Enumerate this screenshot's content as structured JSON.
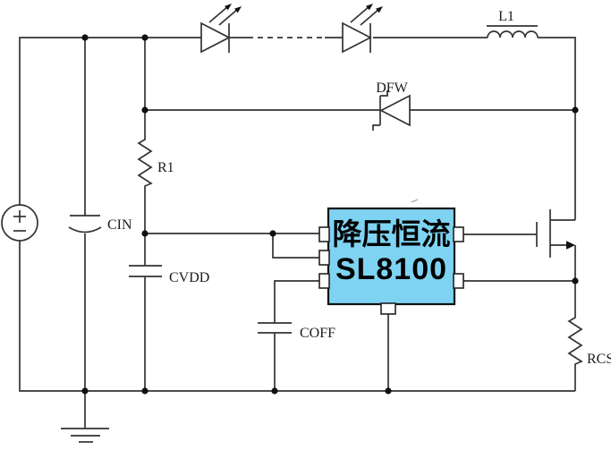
{
  "diagram": {
    "type": "circuit-schematic",
    "description": "Buck constant-current LED driver application circuit",
    "chip": {
      "line1": "降压恒流",
      "line2": "SL8100",
      "fill": "#7ed3f2",
      "pin_count_left": 3,
      "pin_count_right": 2,
      "pin_count_bottom": 1
    },
    "labels": {
      "inductor": "L1",
      "freewheel_diode": "DFW",
      "resistor": "R1",
      "input_cap": "CIN",
      "vdd_cap": "CVDD",
      "off_time_cap": "COFF",
      "sense_resistor": "RCS"
    },
    "colors": {
      "background": "#ffffff",
      "line": "#333333",
      "chip_fill": "#7ed3f2",
      "chip_border": "#111111",
      "chip_text": "#000000"
    },
    "components": [
      {
        "name": "dc-source",
        "type": "dc-voltage-source"
      },
      {
        "name": "cin",
        "type": "polarized-capacitor",
        "label": "CIN"
      },
      {
        "name": "r1",
        "type": "resistor",
        "label": "R1"
      },
      {
        "name": "cvdd",
        "type": "capacitor",
        "label": "CVDD"
      },
      {
        "name": "led-string",
        "type": "led-string-with-dashed-continuation"
      },
      {
        "name": "l1",
        "type": "inductor",
        "label": "L1"
      },
      {
        "name": "dfw",
        "type": "schottky-diode",
        "label": "DFW"
      },
      {
        "name": "chip",
        "type": "ic",
        "label": "降压恒流 SL8100"
      },
      {
        "name": "coff",
        "type": "capacitor",
        "label": "COFF"
      },
      {
        "name": "mosfet",
        "type": "nmos-transistor"
      },
      {
        "name": "rcs",
        "type": "resistor",
        "label": "RCS"
      },
      {
        "name": "ground",
        "type": "earth-ground"
      }
    ]
  }
}
